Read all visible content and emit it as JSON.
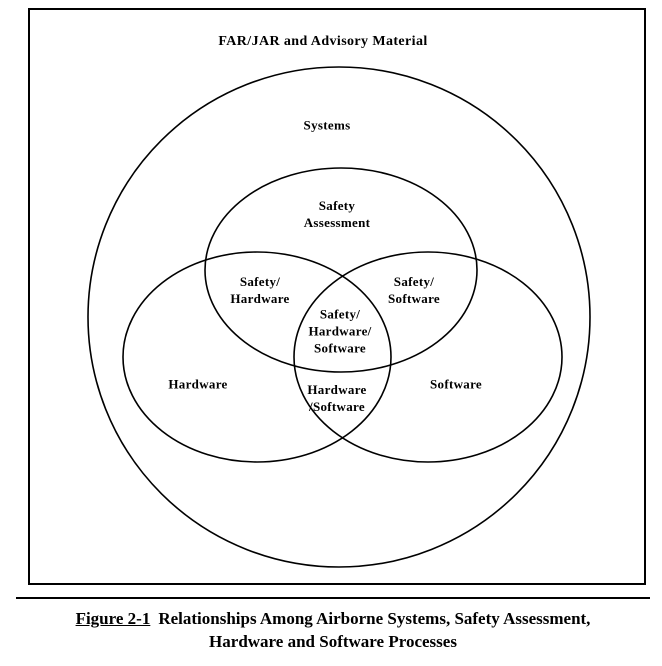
{
  "title": "FAR/JAR and Advisory Material",
  "diagram": {
    "outer_label": "Systems",
    "regions": {
      "safety": "Safety\nAssessment",
      "safety_hardware": "Safety/\nHardware",
      "safety_software": "Safety/\nSoftware",
      "safety_hw_sw": "Safety/\nHardware/\nSoftware",
      "hardware": "Hardware",
      "software": "Software",
      "hardware_software": "Hardware\n/Software"
    }
  },
  "caption": {
    "figure_label": "Figure 2-1",
    "line1": "Relationships Among Airborne Systems, Safety Assessment,",
    "line2": "Hardware and Software Processes"
  },
  "colors": {
    "stroke": "#000000",
    "background": "#ffffff"
  }
}
